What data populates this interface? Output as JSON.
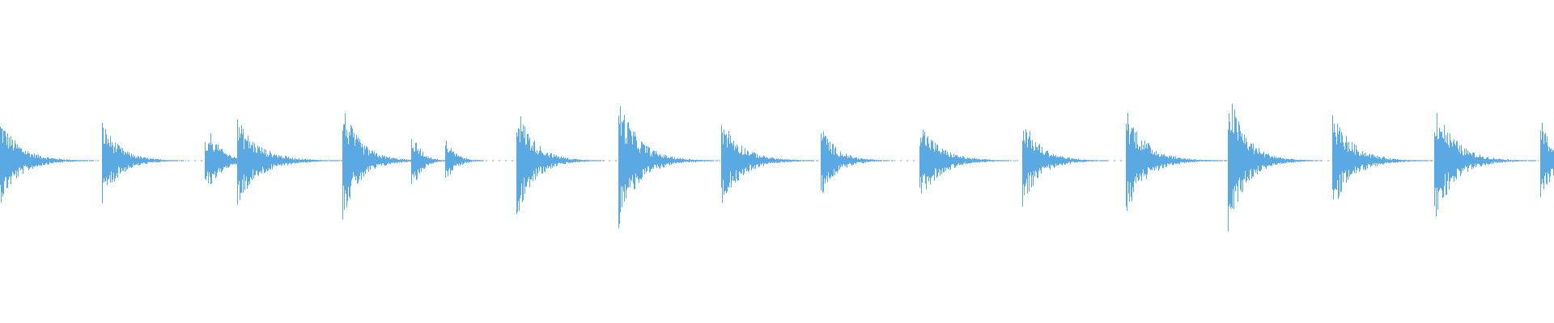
{
  "waveform": {
    "color": "#5aa9e3",
    "transients": [
      {
        "t": 0.0,
        "peak_up": 0.58,
        "peak_down": 0.58,
        "decay": 0.045
      },
      {
        "t": 0.066,
        "peak_up": 0.54,
        "peak_down": 0.56,
        "decay": 0.04
      },
      {
        "t": 0.132,
        "peak_up": 0.39,
        "peak_down": 0.39,
        "decay": 0.03
      },
      {
        "t": 0.135,
        "peak_up": 0.4,
        "peak_down": 0.4,
        "decay": 0.03
      },
      {
        "t": 0.153,
        "peak_up": 0.57,
        "peak_down": 0.6,
        "decay": 0.05
      },
      {
        "t": 0.221,
        "peak_up": 0.76,
        "peak_down": 0.79,
        "decay": 0.04
      },
      {
        "t": 0.265,
        "peak_up": 0.31,
        "peak_down": 0.33,
        "decay": 0.018
      },
      {
        "t": 0.268,
        "peak_up": 0.29,
        "peak_down": 0.3,
        "decay": 0.02
      },
      {
        "t": 0.287,
        "peak_up": 0.31,
        "peak_down": 0.31,
        "decay": 0.022
      },
      {
        "t": 0.333,
        "peak_up": 0.77,
        "peak_down": 0.77,
        "decay": 0.04
      },
      {
        "t": 0.399,
        "peak_up": 0.87,
        "peak_down": 0.89,
        "decay": 0.045
      },
      {
        "t": 0.465,
        "peak_up": 0.61,
        "peak_down": 0.61,
        "decay": 0.045
      },
      {
        "t": 0.529,
        "peak_up": 0.5,
        "peak_down": 0.5,
        "decay": 0.035
      },
      {
        "t": 0.593,
        "peak_up": 0.55,
        "peak_down": 0.56,
        "decay": 0.045
      },
      {
        "t": 0.659,
        "peak_up": 0.6,
        "peak_down": 0.61,
        "decay": 0.04
      },
      {
        "t": 0.726,
        "peak_up": 0.73,
        "peak_down": 0.72,
        "decay": 0.045
      },
      {
        "t": 0.792,
        "peak_up": 1.0,
        "peak_down": 1.0,
        "decay": 0.04
      },
      {
        "t": 0.859,
        "peak_up": 0.68,
        "peak_down": 0.68,
        "decay": 0.045
      },
      {
        "t": 0.925,
        "peak_up": 0.83,
        "peak_down": 0.84,
        "decay": 0.045
      },
      {
        "t": 0.993,
        "peak_up": 0.57,
        "peak_down": 0.57,
        "decay": 0.03
      }
    ]
  }
}
